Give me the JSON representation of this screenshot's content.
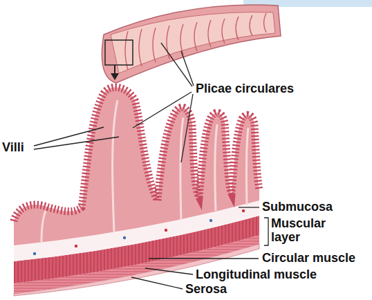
{
  "diagram": {
    "labels": [
      "Plicae circulares",
      "Villi",
      "Submucosa",
      "Muscular layer",
      "Circular muscle",
      "Longitudinal muscle",
      "Serosa"
    ]
  }
}
